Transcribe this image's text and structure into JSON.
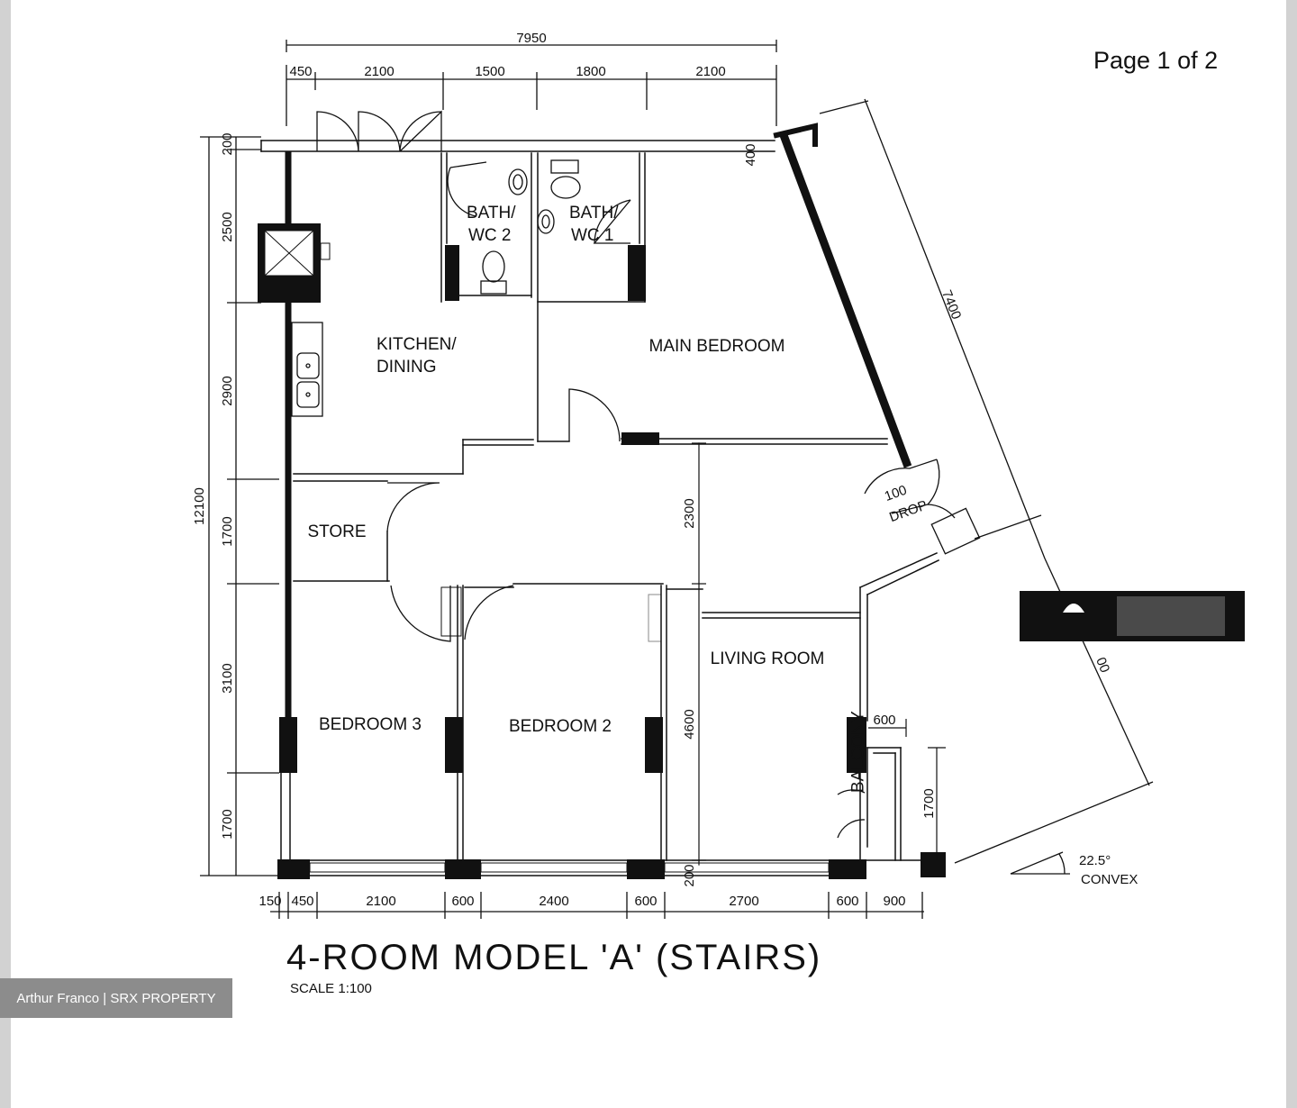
{
  "page_indicator": "Page 1 of 2",
  "plan": {
    "title": "4-ROOM MODEL 'A' (STAIRS)",
    "scale": "SCALE  1:100",
    "rooms": {
      "kitchen_line1": "KITCHEN/",
      "kitchen_line2": "DINING",
      "bath2_line1": "BATH/",
      "bath2_line2": "WC 2",
      "bath1_line1": "BATH/",
      "bath1_line2": "WC 1",
      "main_bedroom": "MAIN BEDROOM",
      "store": "STORE",
      "bedroom3": "BEDROOM 3",
      "bedroom2": "BEDROOM 2",
      "living_room": "LIVING ROOM",
      "balcony": "BALCONY"
    },
    "drop_label_1": "100",
    "drop_label_2": "DROP",
    "convex_angle": "22.5°",
    "convex_label": "CONVEX",
    "top_dimensions": {
      "overall": "7950",
      "segments": [
        "450",
        "2100",
        "1500",
        "1800",
        "2100"
      ]
    },
    "left_dimensions": {
      "overall": "12100",
      "segments": [
        "200",
        "2500",
        "2900",
        "1700",
        "3100",
        "1700"
      ]
    },
    "bottom_dimensions": {
      "segments": [
        "150",
        "450",
        "2100",
        "600",
        "2400",
        "600",
        "2700",
        "600",
        "900"
      ]
    },
    "interior_dimensions": {
      "top_right": "400",
      "living_upper": "2300",
      "living_lower": "4600",
      "bottom_living": "200",
      "balcony_width": "600",
      "balcony_height": "1700"
    },
    "diagonal_dimensions": {
      "upper": "7400",
      "lower": "00"
    }
  },
  "watermark": "Arthur Franco | SRX PROPERTY"
}
